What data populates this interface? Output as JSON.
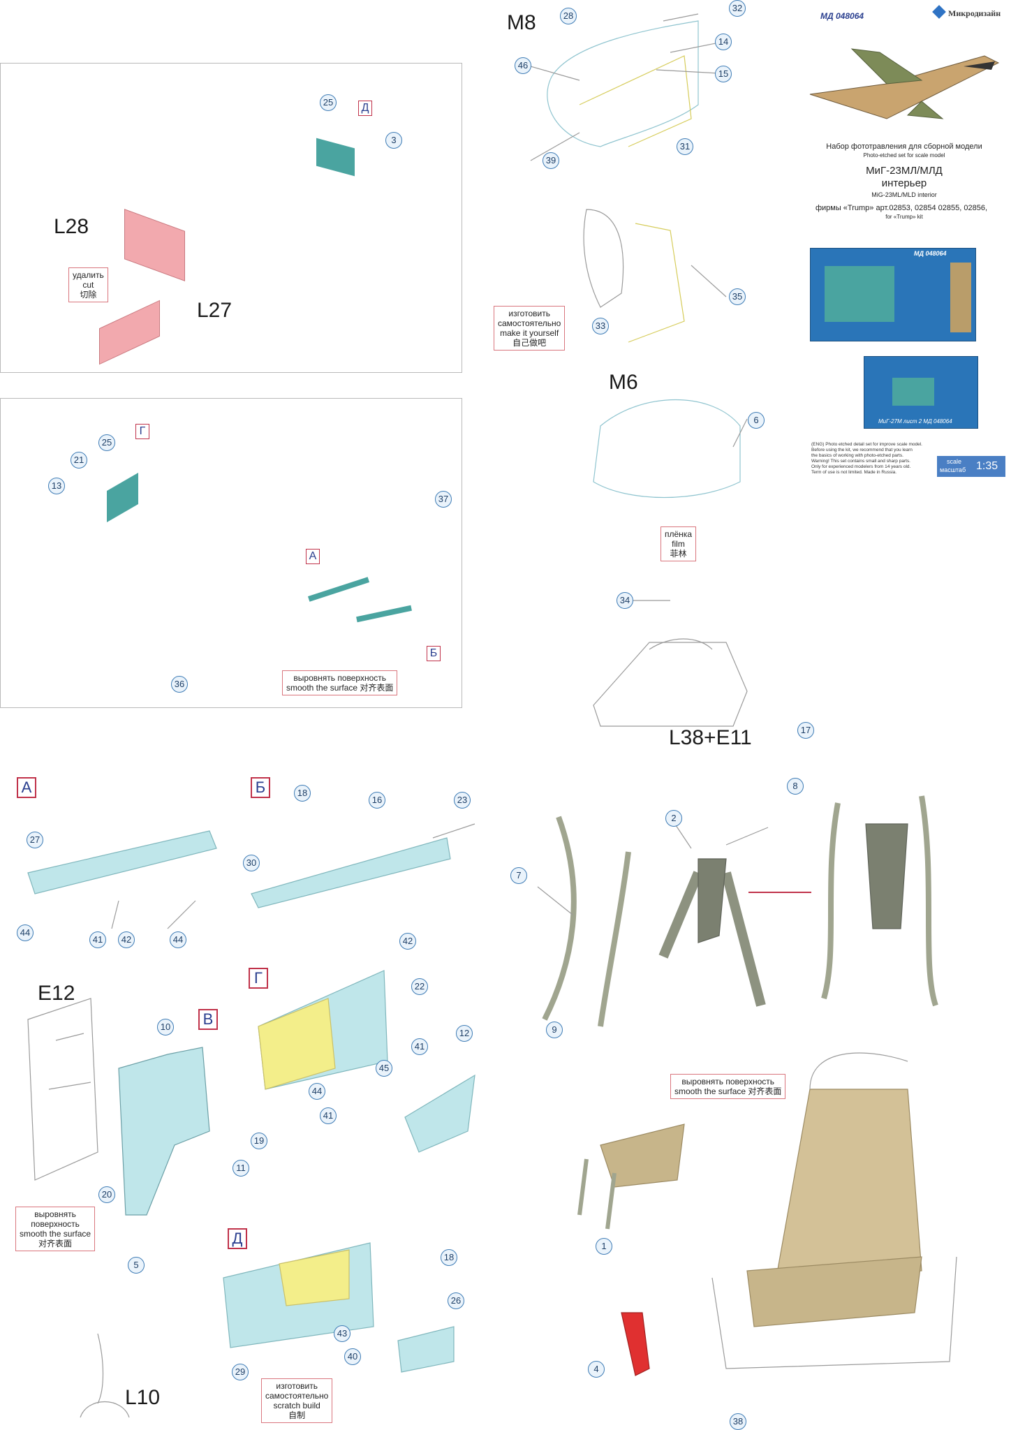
{
  "header": {
    "code": "МД 048064",
    "brand": "Микродизайн",
    "set_ru": "Набор фототравления для сборной модели",
    "set_en": "Photo-etched set for scale model",
    "model_ru_1": "МиГ-23МЛ/МЛД",
    "model_ru_2": "интерьер",
    "model_en": "MiG-23ML/MLD interior",
    "kit_ru": "фирмы «Trump» арт.02853, 02854 02855, 02856,",
    "kit_en": "for «Trump» kit",
    "sheet1_label": "МД 048064",
    "sheet2_label": "МиГ-27М лист 2 МД 048064",
    "warning": "(ENG) Photo etched detail set for improve scale model.\nBefore using the kit, we recommend that you learn\nthe basics of working with photo-etched parts.\nWarning! This set contains small and sharp parts.\nOnly for experienced modelers from 14 years old.\nTerm of use is not limited. Made in Russia.",
    "scale_label_en": "scale",
    "scale_label_ru": "масштаб",
    "scale_value": "1:35"
  },
  "labels": {
    "L28": "L28",
    "L27": "L27",
    "M8": "M8",
    "M6": "M6",
    "L38E11": "L38+E11",
    "E12": "E12",
    "L10": "L10"
  },
  "letters": {
    "A": "А",
    "B": "Б",
    "V": "В",
    "G": "Г",
    "D": "Д"
  },
  "notes": {
    "cut": "удалить\ncut\n切除",
    "make_yourself": "изготовить\nсамостоятельно\nmake it yourself\n自己做吧",
    "film": "плёнка\nfilm\n菲林",
    "smooth1": "выровнять поверхность\nsmooth the surface 对齐表面",
    "smooth2": "выровнять\nповерхность\nsmooth the surface\n对齐表面",
    "smooth3": "выровнять поверхность\nsmooth the surface 对齐表面",
    "scratch": "изготовить\nсамостоятельно\nscratch build\n自制"
  },
  "part_numbers": {
    "n25a": "25",
    "n3": "3",
    "n25b": "25",
    "n21": "21",
    "n13": "13",
    "n37": "37",
    "n36": "36",
    "n28": "28",
    "n32": "32",
    "n14": "14",
    "n46": "46",
    "n15": "15",
    "n31": "31",
    "n39": "39",
    "n35": "35",
    "n33": "33",
    "n6": "6",
    "n34": "34",
    "n17": "17",
    "n27": "27",
    "n44a": "44",
    "n41a": "41",
    "n42a": "42",
    "n44b": "44",
    "n18a": "18",
    "n16": "16",
    "n23": "23",
    "n30": "30",
    "n42b": "42",
    "n10": "10",
    "n19": "19",
    "n11": "11",
    "n20": "20",
    "n5": "5",
    "n22": "22",
    "n41b": "41",
    "n12": "12",
    "n45": "45",
    "n44c": "44",
    "n41c": "41",
    "n18b": "18",
    "n26": "26",
    "n43": "43",
    "n40": "40",
    "n29": "29",
    "n8": "8",
    "n2": "2",
    "n7": "7",
    "n9": "9",
    "n1": "1",
    "n4": "4",
    "n38": "38"
  }
}
